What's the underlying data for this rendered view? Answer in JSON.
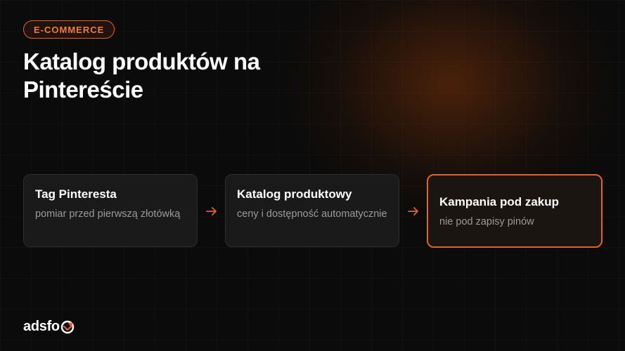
{
  "tag": "E-COMMERCE",
  "title": "Katalog produktów na Pintereście",
  "steps": [
    {
      "title": "Tag Pinteresta",
      "desc": "pomiar przed pierwszą złotówką"
    },
    {
      "title": "Katalog produktowy",
      "desc": "ceny i dostępność automatycznie"
    },
    {
      "title": "Kampania pod zakup",
      "desc": "nie pod zapisy pinów"
    }
  ],
  "logo": "adsfo",
  "colors": {
    "accent": "#e0632a",
    "background": "#0b0b0b",
    "card": "#1a1a1a"
  },
  "icons": {
    "step_arrow": "arrow-right-icon",
    "logo_mark": "fox-icon"
  }
}
